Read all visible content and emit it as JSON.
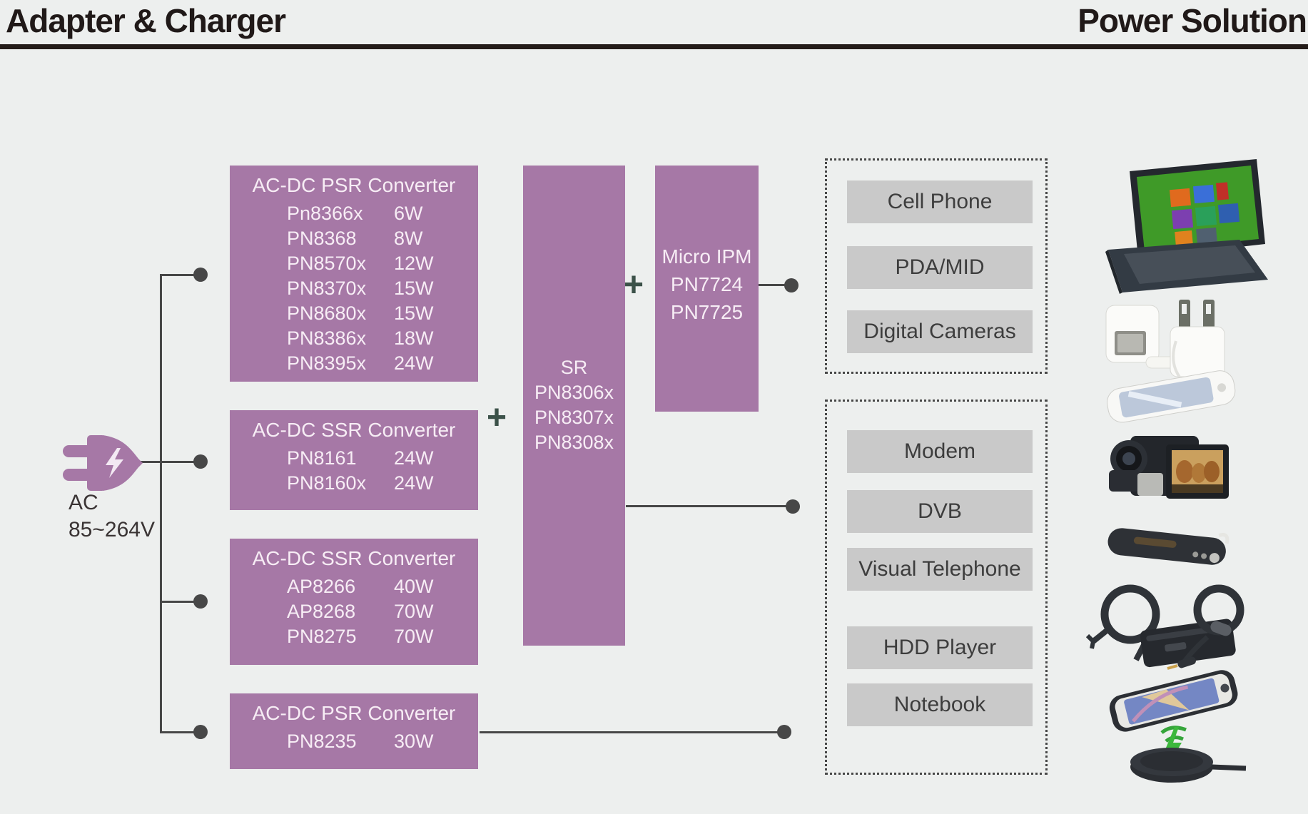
{
  "header": {
    "title_left": "Adapter & Charger",
    "title_right": "Power Solution"
  },
  "ac_source": {
    "icon": "ac-plug-icon",
    "line1": "AC",
    "line2": "85~264V"
  },
  "plus_symbol": "+",
  "converter_boxes": [
    {
      "title": "AC-DC PSR Converter",
      "parts": [
        {
          "part": "Pn8366x",
          "watts": "6W"
        },
        {
          "part": "PN8368",
          "watts": "8W"
        },
        {
          "part": "PN8570x",
          "watts": "12W"
        },
        {
          "part": "PN8370x",
          "watts": "15W"
        },
        {
          "part": "PN8680x",
          "watts": "15W"
        },
        {
          "part": "PN8386x",
          "watts": "18W"
        },
        {
          "part": "PN8395x",
          "watts": "24W"
        }
      ]
    },
    {
      "title": "AC-DC SSR Converter",
      "parts": [
        {
          "part": "PN8161",
          "watts": "24W"
        },
        {
          "part": "PN8160x",
          "watts": "24W"
        }
      ]
    },
    {
      "title": "AC-DC SSR Converter",
      "parts": [
        {
          "part": "AP8266",
          "watts": "40W"
        },
        {
          "part": "AP8268",
          "watts": "70W"
        },
        {
          "part": "PN8275",
          "watts": "70W"
        }
      ]
    },
    {
      "title": "AC-DC PSR Converter",
      "parts": [
        {
          "part": "PN8235",
          "watts": "30W"
        }
      ]
    }
  ],
  "sr_box": {
    "label": "SR",
    "parts": [
      "PN8306x",
      "PN8307x",
      "PN8308x"
    ]
  },
  "micro_ipm_box": {
    "label": "Micro IPM",
    "parts": [
      "PN7724",
      "PN7725"
    ]
  },
  "applications": [
    {
      "items": [
        "Cell Phone",
        "PDA/MID",
        "Digital Cameras"
      ]
    },
    {
      "items": [
        "Modem",
        "DVB",
        "Visual Telephone",
        "HDD Player",
        "Notebook"
      ]
    }
  ],
  "product_images": [
    "notebook-2in1-laptop",
    "usb-wall-chargers",
    "white-smartphone",
    "camcorder",
    "portable-player",
    "laptop-ac-adapter",
    "wireless-charging-pad-with-phone"
  ],
  "colors": {
    "box_purple": "#a678a6",
    "bar_gray": "#c9c9c9",
    "connector": "#474747",
    "plus_green": "#3c5249"
  }
}
